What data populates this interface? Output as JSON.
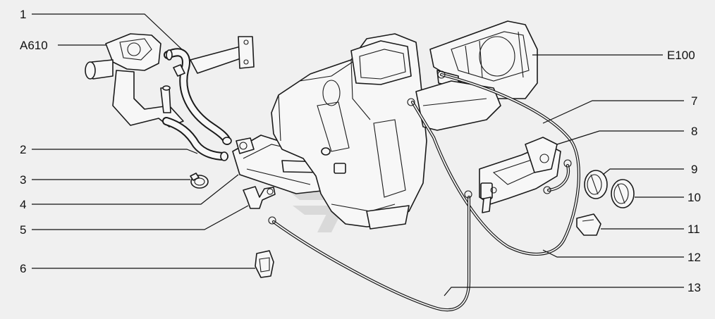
{
  "callouts": [
    {
      "id": "1",
      "text": "1"
    },
    {
      "id": "A610",
      "text": "A610"
    },
    {
      "id": "2",
      "text": "2"
    },
    {
      "id": "3",
      "text": "3"
    },
    {
      "id": "4",
      "text": "4"
    },
    {
      "id": "5",
      "text": "5"
    },
    {
      "id": "6",
      "text": "6"
    },
    {
      "id": "E100",
      "text": "E100"
    },
    {
      "id": "7",
      "text": "7"
    },
    {
      "id": "8",
      "text": "8"
    },
    {
      "id": "9",
      "text": "9"
    },
    {
      "id": "10",
      "text": "10"
    },
    {
      "id": "11",
      "text": "11"
    },
    {
      "id": "12",
      "text": "12"
    },
    {
      "id": "13",
      "text": "13"
    }
  ],
  "colors": {
    "background": "#f0f0f0",
    "line": "#111111",
    "watermark": "#c8c8c8"
  },
  "watermark_icon": "stylized-wings-logo-icon"
}
